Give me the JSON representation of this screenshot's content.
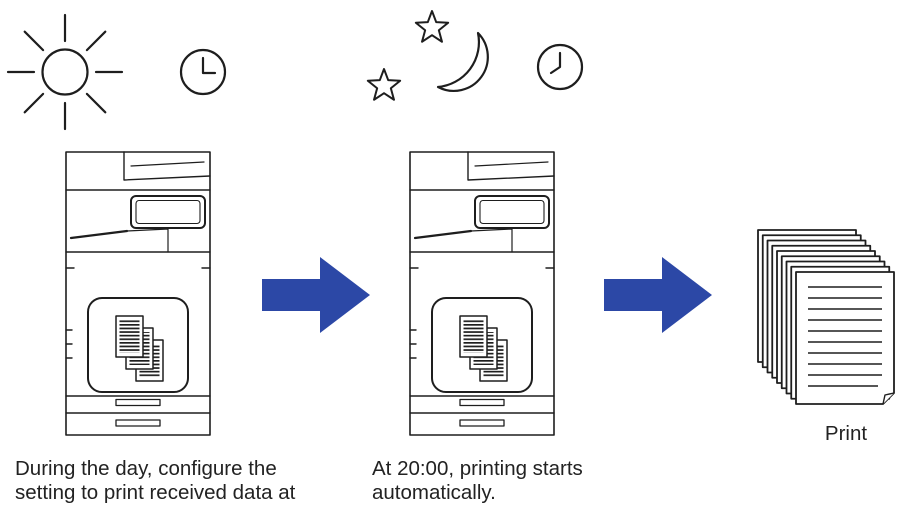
{
  "steps": [
    {
      "icons": [
        "sun-icon",
        "clock-icon",
        "multifunction-printer-icon",
        "document-stack-icon"
      ],
      "caption": [
        "During the day, configure the",
        "setting to print received data at"
      ]
    },
    {
      "icons": [
        "star-icon",
        "star-icon",
        "moon-icon",
        "clock-icon",
        "multifunction-printer-icon",
        "document-stack-icon"
      ],
      "caption": [
        "At 20:00, printing starts",
        "automatically."
      ]
    },
    {
      "icons": [
        "printed-pages-icon"
      ],
      "label": "Print"
    }
  ],
  "connectors": [
    "arrow-right-icon",
    "arrow-right-icon"
  ],
  "colors": {
    "arrow": "#2c48a6",
    "line_art": "#1e1e1e",
    "text": "#222222",
    "background": "#ffffff"
  }
}
